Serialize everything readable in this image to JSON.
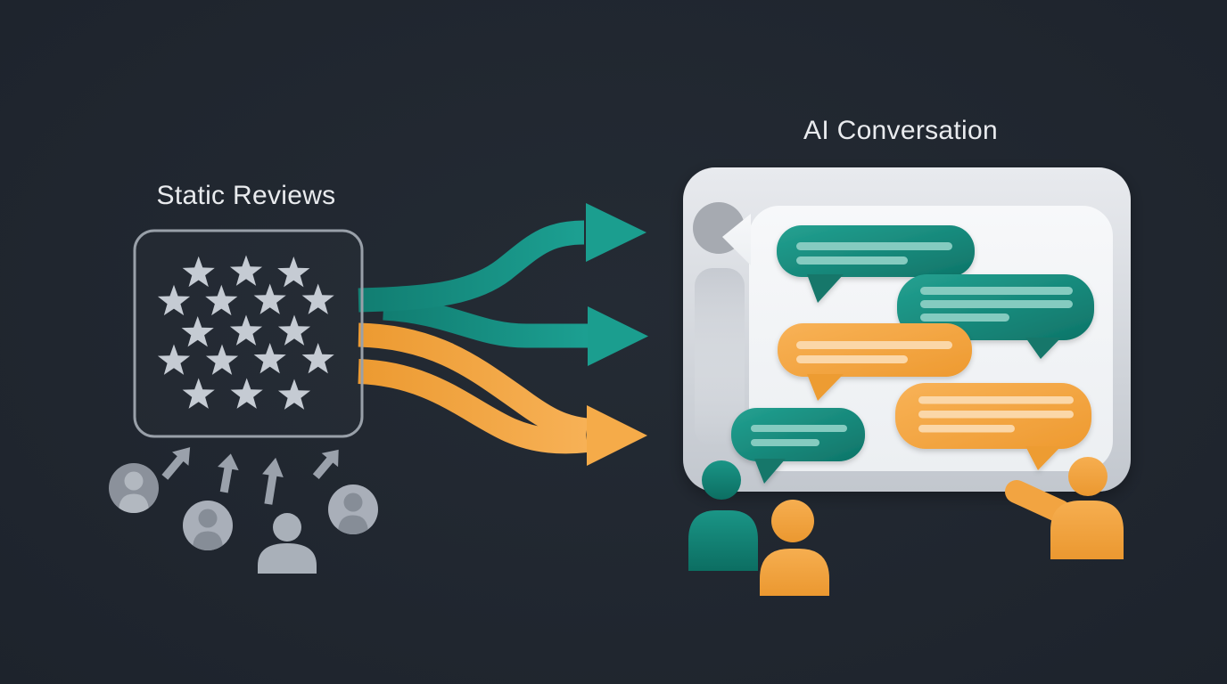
{
  "illustration": {
    "left": {
      "title": "Static Reviews",
      "stars_total": 17,
      "star_rows": [
        3,
        4,
        3,
        4,
        3
      ],
      "reviewers": {
        "circle_avatars": 3,
        "plain_silhouettes": 1,
        "upward_arrows": 4
      }
    },
    "transform_flow": {
      "arrows": [
        {
          "color": "teal",
          "direction": "up-right"
        },
        {
          "color": "teal",
          "direction": "right"
        },
        {
          "color": "orange",
          "direction": "down-right"
        }
      ]
    },
    "right": {
      "title": "AI Conversation",
      "chat_bubbles": [
        {
          "color": "teal",
          "lines": 2,
          "tail": "bottom-left"
        },
        {
          "color": "teal",
          "lines": 3,
          "tail": "bottom-right"
        },
        {
          "color": "orange",
          "lines": 2,
          "tail": "bottom-left"
        },
        {
          "color": "orange",
          "lines": 3,
          "tail": "bottom-right"
        },
        {
          "color": "teal",
          "lines": 2,
          "tail": "bottom-left"
        }
      ],
      "participants": [
        {
          "color": "teal",
          "pose": "standing"
        },
        {
          "color": "orange",
          "pose": "standing"
        },
        {
          "color": "orange",
          "pose": "raised-arm"
        }
      ]
    }
  },
  "colors": {
    "background": "#20262f",
    "teal": "#18988a",
    "orange": "#f2a644",
    "panel_outer": "#dfe3e8",
    "panel_inner": "#f4f6f8",
    "star": "#c5cbd3",
    "gray_avatar": "#9aa1ab",
    "title_text": "#e9ebee"
  }
}
